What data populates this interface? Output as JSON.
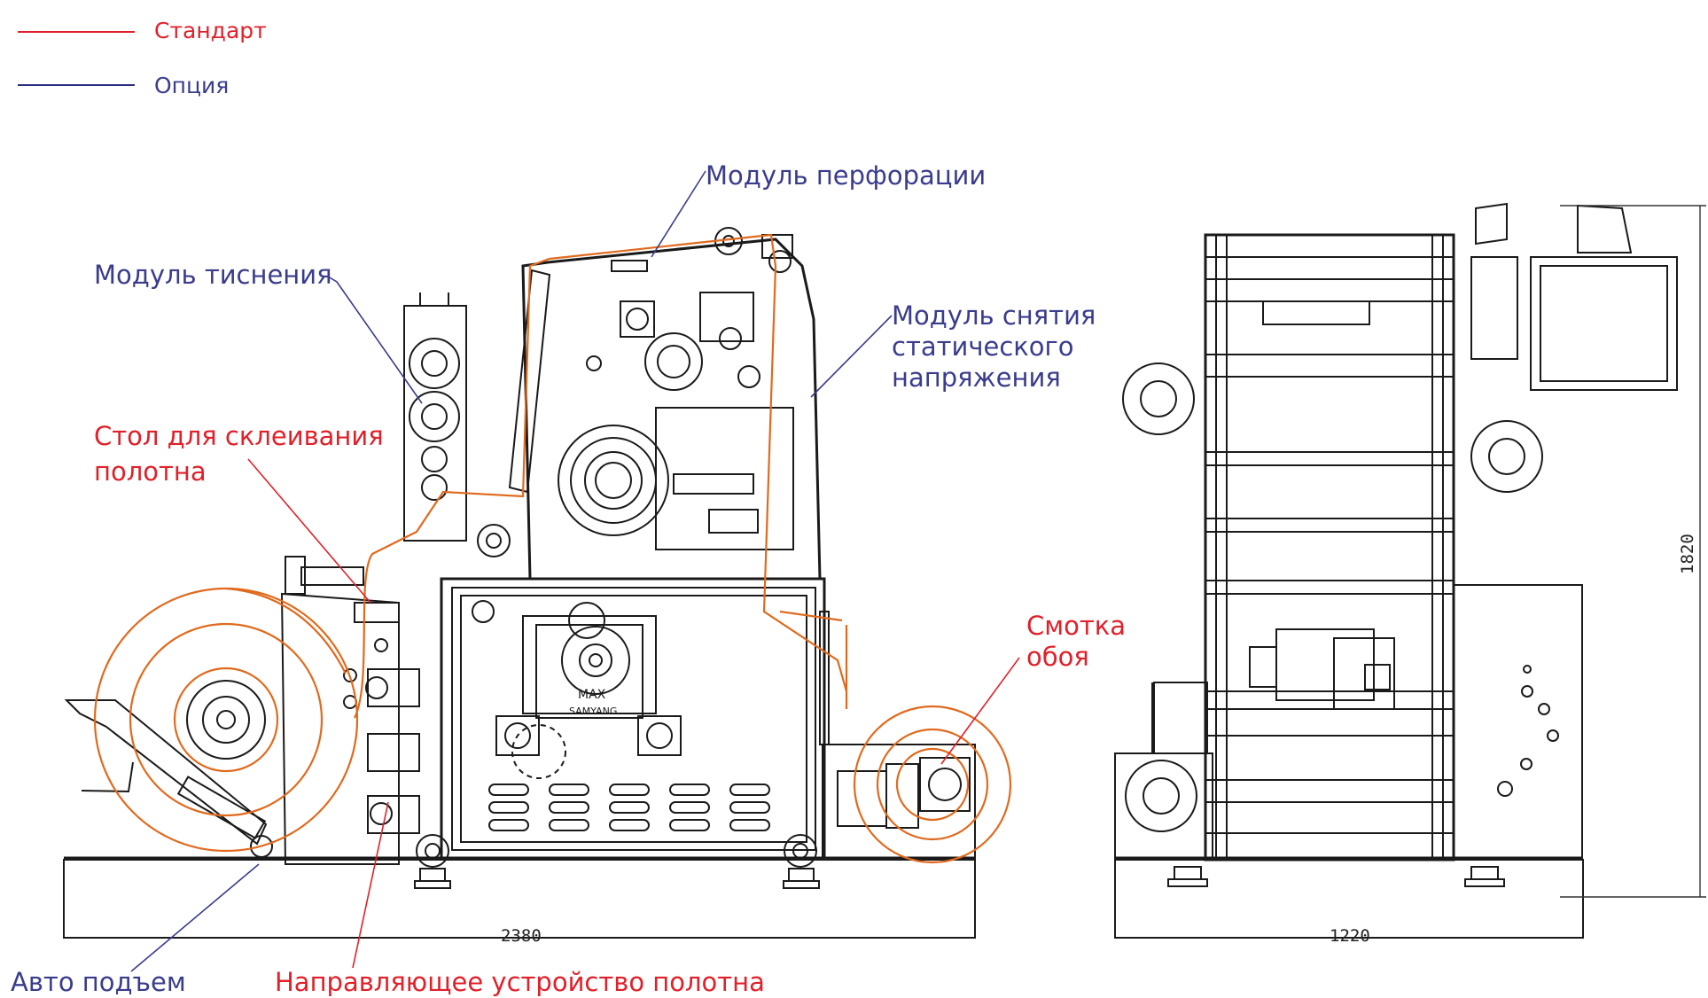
{
  "legend": {
    "standard": {
      "label": "Стандарт",
      "color": "#e0202a"
    },
    "option": {
      "label": "Опция",
      "color": "#2a2c80"
    }
  },
  "labels": {
    "perforation": "Модуль перфорации",
    "embossing": "Модуль тиснения",
    "static_line1": "Модуль снятия",
    "static_line2": "статического",
    "static_line3": "напряжения",
    "splice_line1": "Стол для склеивания",
    "splice_line2": "полотна",
    "rewind_line1": "Смотка",
    "rewind_line2": "обоя",
    "auto_lift": "Авто подъем",
    "web_guide": "Направляющее устройство полотна"
  },
  "dimensions": {
    "front_width": "2380",
    "side_width": "1220",
    "height": "1820"
  },
  "machine_badge": {
    "line1": "MAX",
    "line2": "SAMYANG"
  },
  "colors": {
    "web_path": "#e06a1e",
    "drawing": "#1a1a1a",
    "leader": "#3a3c8c"
  }
}
